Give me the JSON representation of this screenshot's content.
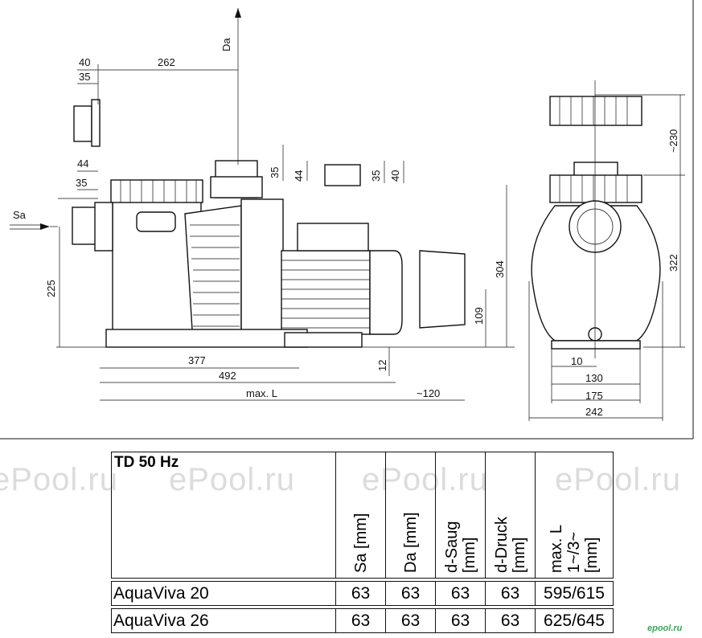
{
  "dimensions": {
    "top_40": "40",
    "top_35": "35",
    "top_262": "262",
    "left_44": "44",
    "left_35": "35",
    "flange_35": "35",
    "flange_44": "44",
    "cap_35": "35",
    "cap_40": "40",
    "inlet_label": "Sa",
    "outlet_label": "Da",
    "h_225": "225",
    "h_304": "304",
    "h_109": "109",
    "h_12": "12",
    "w_377": "377",
    "w_492": "492",
    "w_maxL": "max. L",
    "w_120": "~120",
    "side_230": "~230",
    "side_322": "322",
    "side_10": "10",
    "side_130": "130",
    "side_175": "175",
    "side_242": "242"
  },
  "watermark": "ePool.ru",
  "table": {
    "title": "TD 50 Hz",
    "headers": [
      "Sa [mm]",
      "Da [mm]",
      "d-Saug [mm]",
      "d-Druck [mm]",
      "max. L 1~/3~ [mm]"
    ],
    "header_lines": [
      [
        "Sa [mm]"
      ],
      [
        "Da [mm]"
      ],
      [
        "d-Saug",
        "[mm]"
      ],
      [
        "d-Druck",
        "[mm]"
      ],
      [
        "max. L",
        "1~/3~",
        "[mm]"
      ]
    ],
    "rows": [
      {
        "name": "AquaViva 20",
        "values": [
          "63",
          "63",
          "63",
          "63",
          "595/615"
        ]
      },
      {
        "name": "AquaViva 26",
        "values": [
          "63",
          "63",
          "63",
          "63",
          "625/645"
        ]
      }
    ]
  },
  "logo": "epool.ru"
}
